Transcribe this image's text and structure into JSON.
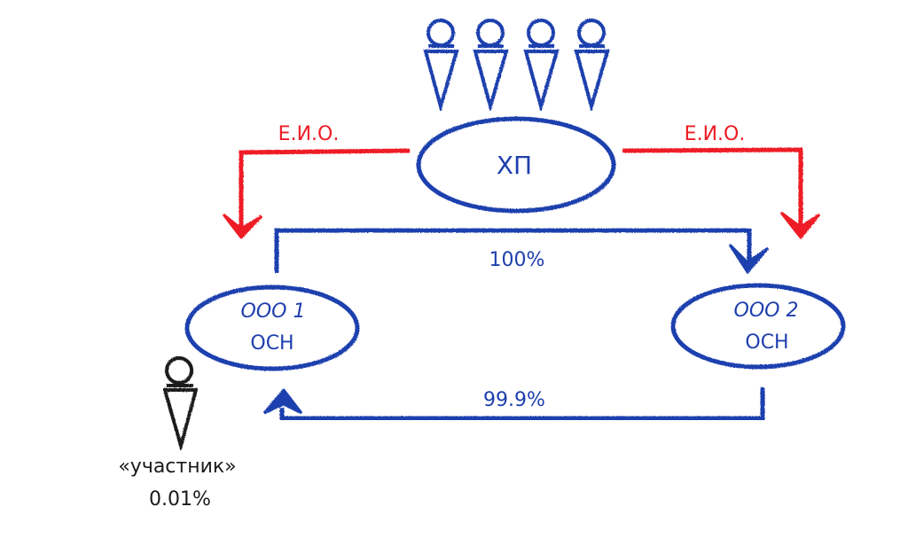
{
  "colors": {
    "blue": "#1f3fae",
    "red": "#ee1c25",
    "dark": "#1a1a1a",
    "background": "#ffffff"
  },
  "nodes": {
    "holding": {
      "label": "ХП"
    },
    "company1": {
      "line1": "ООО 1",
      "line2": "ОСН"
    },
    "company2": {
      "line1": "ООО 2",
      "line2": "ОСН"
    }
  },
  "arrows": {
    "eio_left": {
      "label": "Е.И.О.",
      "from": "ХП",
      "to": "ООО 1"
    },
    "eio_right": {
      "label": "Е.И.О.",
      "from": "ХП",
      "to": "ООО 2"
    },
    "share_top": {
      "label": "100%",
      "from": "ООО 1",
      "to": "ООО 2"
    },
    "share_bottom": {
      "label": "99.9%",
      "from": "ООО 2",
      "to": "ООО 1"
    }
  },
  "people": {
    "founders": {
      "count": 4,
      "icon": "person-icon"
    },
    "participant": {
      "label": "«участник»",
      "share": "0.01%",
      "icon": "person-icon"
    }
  }
}
